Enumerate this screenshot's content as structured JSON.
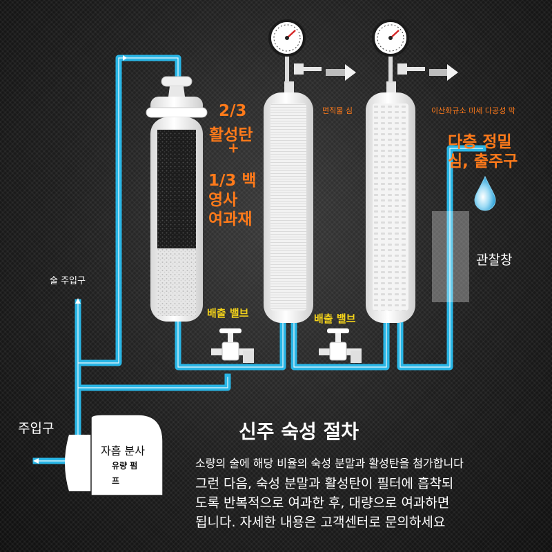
{
  "colors": {
    "pipe": "#29b6e6",
    "accent_orange": "#ff7a1a",
    "valve_label": "#f4d31a",
    "text": "#ffffff"
  },
  "icons": [
    "pressure-gauge-icon",
    "arrow-right-icon",
    "faucet-valve-icon",
    "water-drop-icon"
  ],
  "labels": {
    "stage1_line1": "2/3",
    "stage1_line2": "활성탄",
    "stage1_plus": "+",
    "stage1_line3": "1/3 백",
    "stage1_line4": "영사",
    "stage1_line5": "여과재",
    "stage2": "면직물 심",
    "stage3": "이산화규소 미세 다공성 막",
    "multilayer_line1": "다층 정밀",
    "multilayer_line2": "심, 출주구",
    "window": "관찰창",
    "liquor_inlet": "술 주입구",
    "inlet": "주입구",
    "drain_valve_1": "배출 밸브",
    "drain_valve_2": "배출 밸브",
    "pump_line1": "자흡 분사",
    "pump_line2": "유량 펌",
    "pump_line3": "프"
  },
  "description": {
    "title": "신주 숙성 절차",
    "line1": "소량의 술에 해당 비율의 숙성 분말과 활성탄을 첨가합니다",
    "line2": "그런 다음, 숙성 분말과 활성탄이 필터에 흡착되",
    "line3": "도록 반복적으로 여과한 후, 대량으로 여과하면",
    "line4": "됩니다. 자세한 내용은 고객센터로 문의하세요"
  }
}
